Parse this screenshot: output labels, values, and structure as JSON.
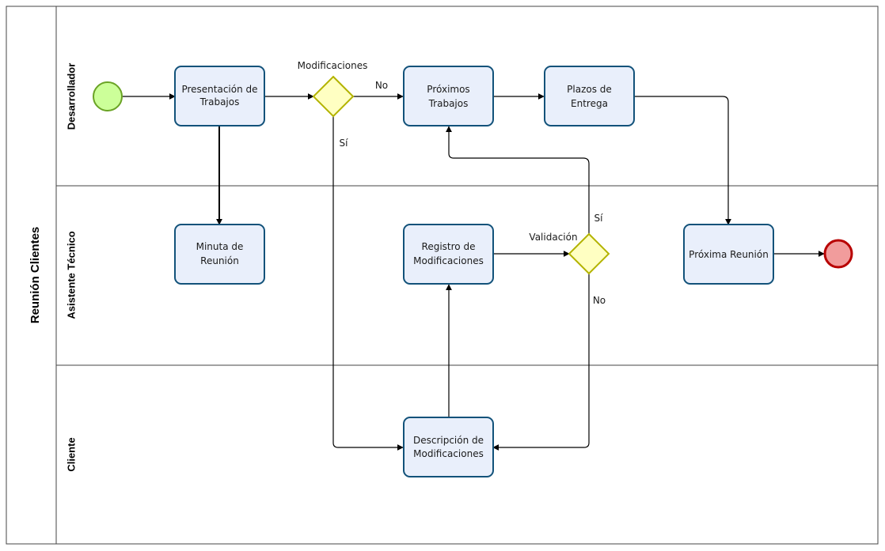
{
  "pool": {
    "title": "Reunión Clientes"
  },
  "lanes": [
    {
      "id": "desarrollador",
      "title": "Desarrollador"
    },
    {
      "id": "asistente",
      "title": "Asistente Técnico"
    },
    {
      "id": "cliente",
      "title": "Cliente"
    }
  ],
  "tasks": {
    "presentacion": [
      "Presentación de",
      "Trabajos"
    ],
    "proximos": [
      "Próximos",
      "Trabajos"
    ],
    "plazos": [
      "Plazos de",
      "Entrega"
    ],
    "minuta": [
      "Minuta de",
      "Reunión"
    ],
    "registro": [
      "Registro de",
      "Modificaciones"
    ],
    "proxima_reunion": [
      "Próxima Reunión"
    ],
    "descripcion": [
      "Descripción de",
      "Modificaciones"
    ]
  },
  "gateways": {
    "modificaciones": "Modificaciones",
    "validacion": "Validación"
  },
  "edge_labels": {
    "mod_no": "No",
    "mod_si": "Sí",
    "val_si": "Sí",
    "val_no": "No"
  },
  "colors": {
    "task_fill": "#e9effb",
    "task_stroke": "#12527a",
    "gateway_fill": "#ffffc2",
    "gateway_stroke": "#b3b300",
    "start_fill": "#ccff99",
    "start_stroke": "#6aa325",
    "end_fill": "#f19c9c",
    "end_stroke": "#b80000"
  }
}
